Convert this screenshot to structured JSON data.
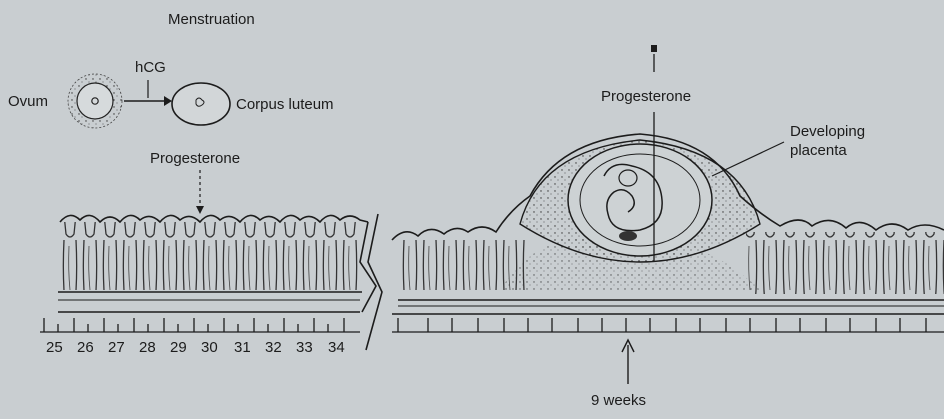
{
  "labels": {
    "menstruation": "Menstruation",
    "hcg": "hCG",
    "ovum": "Ovum",
    "corpus_luteum": "Corpus luteum",
    "progesterone_left": "Progesterone",
    "progesterone_right": "Progesterone",
    "developing_placenta": "Developing\nplacenta",
    "nine_weeks": "9 weeks"
  },
  "day_ticks": [
    "25",
    "26",
    "27",
    "28",
    "29",
    "30",
    "31",
    "32",
    "33",
    "34"
  ],
  "colors": {
    "background": "#c9ced1",
    "ink": "#1c1c1c"
  }
}
